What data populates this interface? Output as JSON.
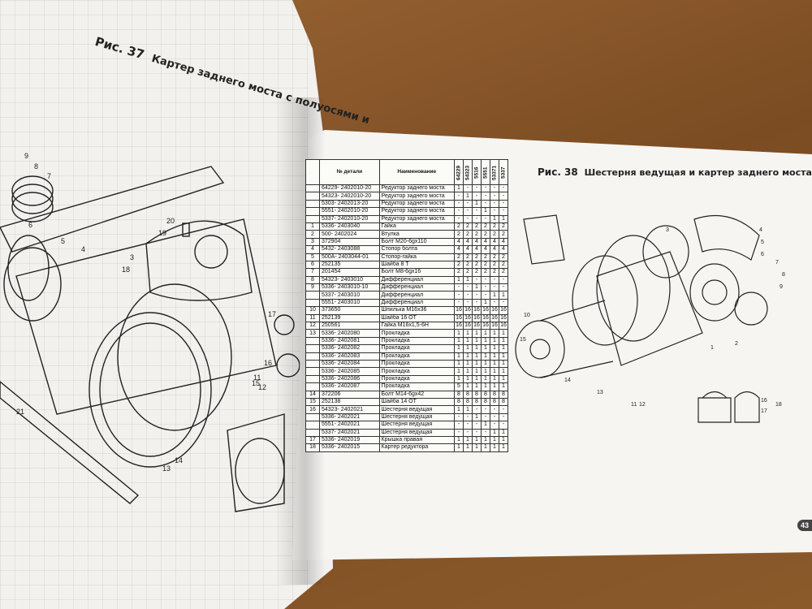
{
  "left_figure": {
    "number": "Рис. 37",
    "title": "Картер заднего моста с полуосями и"
  },
  "right_figure": {
    "number": "Рис. 38",
    "title": "Шестерня ведущая и картер заднего моста"
  },
  "table": {
    "headers": {
      "part_no": "№ детали",
      "name": "Наименование",
      "models": [
        "64229",
        "54323",
        "5516",
        "5551",
        "53371",
        "5337"
      ]
    },
    "rows": [
      {
        "n": "",
        "part": "64229- 2402010-20",
        "name": "Редуктор заднего моста",
        "q": [
          "1",
          "-",
          "-",
          "-",
          "-",
          "-"
        ]
      },
      {
        "n": "",
        "part": "54323- 2402010-20",
        "name": "Редуктор заднего моста",
        "q": [
          "-",
          "1",
          "-",
          "-",
          "-",
          "-"
        ]
      },
      {
        "n": "",
        "part": "5303- 2402013-20",
        "name": "Редуктор заднего моста",
        "q": [
          "-",
          "-",
          "1",
          "-",
          "-",
          "-"
        ]
      },
      {
        "n": "",
        "part": "5551- 2402010-20",
        "name": "Редуктор заднего моста",
        "q": [
          "-",
          "-",
          "-",
          "1",
          "-",
          "-"
        ]
      },
      {
        "n": "",
        "part": "5337- 2402010-20",
        "name": "Редуктор заднего моста",
        "q": [
          "-",
          "-",
          "-",
          "-",
          "1",
          "1"
        ]
      },
      {
        "n": "1",
        "part": "5336- 2403040",
        "name": "Гайка",
        "q": [
          "2",
          "2",
          "2",
          "2",
          "2",
          "2"
        ]
      },
      {
        "n": "2",
        "part": "500- 2402024",
        "name": "Втулка",
        "q": [
          "2",
          "2",
          "2",
          "2",
          "2",
          "2"
        ]
      },
      {
        "n": "3",
        "part": "372904",
        "name": "Болт М20-6gx110",
        "q": [
          "4",
          "4",
          "4",
          "4",
          "4",
          "4"
        ]
      },
      {
        "n": "4",
        "part": "5432- 2403088",
        "name": "Стопор болта",
        "q": [
          "4",
          "4",
          "4",
          "4",
          "4",
          "4"
        ]
      },
      {
        "n": "5",
        "part": "500А- 2403044-01",
        "name": "Стопор-гайка",
        "q": [
          "2",
          "2",
          "2",
          "2",
          "2",
          "2"
        ]
      },
      {
        "n": "6",
        "part": "252135",
        "name": "Шайба 8 Т",
        "q": [
          "2",
          "2",
          "2",
          "2",
          "2",
          "2"
        ]
      },
      {
        "n": "7",
        "part": "201454",
        "name": "Болт М8-6gx16",
        "q": [
          "2",
          "2",
          "2",
          "2",
          "2",
          "2"
        ]
      },
      {
        "n": "8",
        "part": "54323- 2403010",
        "name": "Дифференциал",
        "q": [
          "1",
          "1",
          "-",
          "-",
          "-",
          "-"
        ]
      },
      {
        "n": "9",
        "part": "5336- 2403010-10",
        "name": "Дифференциал",
        "q": [
          "-",
          "-",
          "1",
          "-",
          "-",
          "-"
        ]
      },
      {
        "n": "",
        "part": "5337- 2403010",
        "name": "Дифференциал",
        "q": [
          "-",
          "-",
          "-",
          "-",
          "1",
          "1"
        ]
      },
      {
        "n": "",
        "part": "5551- 2403010",
        "name": "Дифференциал",
        "q": [
          "-",
          "-",
          "-",
          "1",
          "-",
          "-"
        ]
      },
      {
        "n": "10",
        "part": "373650",
        "name": "Шпилька М16х36",
        "q": [
          "16",
          "16",
          "16",
          "16",
          "16",
          "16"
        ]
      },
      {
        "n": "11",
        "part": "252139",
        "name": "Шайба 16 ОТ",
        "q": [
          "16",
          "16",
          "16",
          "16",
          "16",
          "16"
        ]
      },
      {
        "n": "12",
        "part": "250561",
        "name": "Гайка М16х1,5-6Н",
        "q": [
          "16",
          "16",
          "16",
          "16",
          "16",
          "16"
        ]
      },
      {
        "n": "13",
        "part": "5336- 2402080",
        "name": "Прокладка",
        "q": [
          "1",
          "1",
          "1",
          "1",
          "1",
          "1"
        ]
      },
      {
        "n": "",
        "part": "5336- 2402081",
        "name": "Прокладка",
        "q": [
          "1",
          "1",
          "1",
          "1",
          "1",
          "1"
        ]
      },
      {
        "n": "",
        "part": "5336- 2402082",
        "name": "Прокладка",
        "q": [
          "1",
          "1",
          "1",
          "1",
          "1",
          "1"
        ]
      },
      {
        "n": "",
        "part": "5336- 2402083",
        "name": "Прокладка",
        "q": [
          "1",
          "1",
          "1",
          "1",
          "1",
          "1"
        ]
      },
      {
        "n": "",
        "part": "5336- 2402084",
        "name": "Прокладка",
        "q": [
          "1",
          "1",
          "1",
          "1",
          "1",
          "1"
        ]
      },
      {
        "n": "",
        "part": "5336- 2402085",
        "name": "Прокладка",
        "q": [
          "1",
          "1",
          "1",
          "1",
          "1",
          "1"
        ]
      },
      {
        "n": "",
        "part": "5336- 2402086",
        "name": "Прокладка",
        "q": [
          "1",
          "1",
          "1",
          "1",
          "1",
          "1"
        ]
      },
      {
        "n": "",
        "part": "5336- 2402087",
        "name": "Прокладка",
        "q": [
          "5",
          "1",
          "1",
          "1",
          "1",
          "1"
        ]
      },
      {
        "n": "14",
        "part": "372206",
        "name": "Болт М14-6gx42",
        "q": [
          "8",
          "8",
          "8",
          "8",
          "8",
          "8"
        ]
      },
      {
        "n": "15",
        "part": "252138",
        "name": "Шайба 14 ОТ",
        "q": [
          "8",
          "8",
          "8",
          "8",
          "8",
          "8"
        ]
      },
      {
        "n": "16",
        "part": "54323- 2402021",
        "name": "Шестерня ведущая",
        "q": [
          "1",
          "1",
          "-",
          "-",
          "-",
          "-"
        ]
      },
      {
        "n": "",
        "part": "5336- 2402021",
        "name": "Шестерня ведущая",
        "q": [
          "-",
          "-",
          "1",
          "-",
          "-",
          "-"
        ]
      },
      {
        "n": "",
        "part": "5551- 2402021",
        "name": "Шестерня ведущая",
        "q": [
          "-",
          "-",
          "-",
          "1",
          "-",
          "-"
        ]
      },
      {
        "n": "",
        "part": "5337- 2402021",
        "name": "Шестерня ведущая",
        "q": [
          "-",
          "-",
          "-",
          "-",
          "1",
          "1"
        ]
      },
      {
        "n": "17",
        "part": "5336- 2402019",
        "name": "Крышка правая",
        "q": [
          "1",
          "1",
          "1",
          "1",
          "1",
          "1"
        ]
      },
      {
        "n": "18",
        "part": "5336- 2402015",
        "name": "Картер редуктора",
        "q": [
          "1",
          "1",
          "1",
          "1",
          "1",
          "1"
        ]
      }
    ]
  },
  "left_callouts": [
    "9",
    "8",
    "7",
    "6",
    "5",
    "4",
    "3",
    "20",
    "19",
    "18",
    "17",
    "16",
    "15",
    "14",
    "13",
    "12",
    "11",
    "21"
  ],
  "right_callouts": [
    "3",
    "4",
    "5",
    "6",
    "7",
    "8",
    "9",
    "1",
    "2",
    "10",
    "11",
    "12",
    "13",
    "14",
    "15",
    "16",
    "17",
    "18"
  ],
  "page_number": "43"
}
